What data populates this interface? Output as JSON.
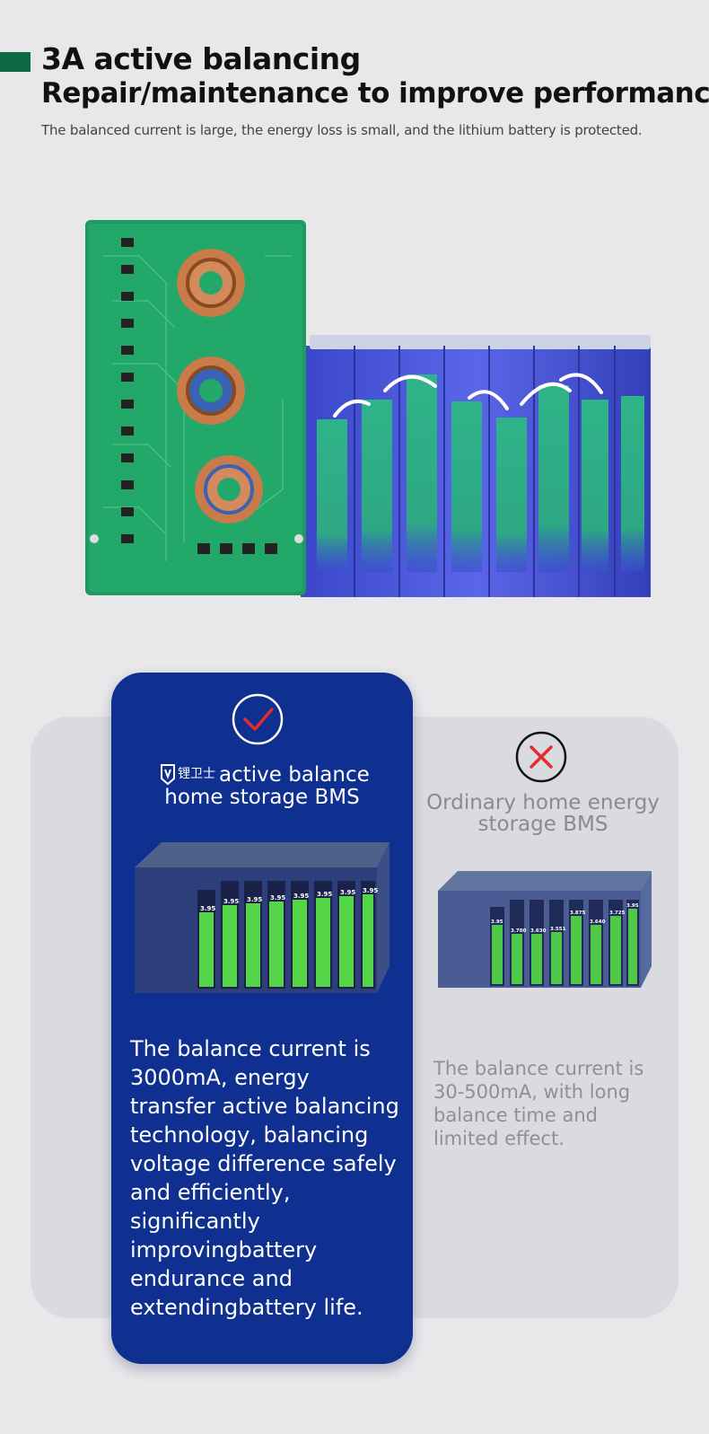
{
  "header": {
    "title_line1": "3A active balancing",
    "title_line2": "Repair/maintenance to improve  performance",
    "subtitle": "The balanced current is large, the energy loss is small, and the lithium battery is protected.",
    "accent_color": "#0e6a44"
  },
  "comparison": {
    "left": {
      "brand_logo": "锂卫士",
      "title_line1": "active balance",
      "title_line2": "home storage BMS",
      "description": "The balance current is 3000mA, energy transfer active balancing technology, balancing voltage difference safely and efficiently, significantly improvingbattery endurance and extendingbattery life.",
      "icon": "check-icon",
      "card_color": "#0f2f91",
      "cell_labels": [
        "3.95",
        "3.95",
        "3.95",
        "3.95",
        "3.95",
        "3.95",
        "3.95",
        "3.95"
      ]
    },
    "right": {
      "title": "Ordinary home energy storage BMS",
      "description": "The balance current is 30-500mA, with long balance time and limited effect.",
      "icon": "cross-icon",
      "cell_labels": [
        "3.95",
        "3.700",
        "3.630",
        "3.551",
        "3.875",
        "3.640",
        "3.725",
        "3.95"
      ]
    }
  }
}
